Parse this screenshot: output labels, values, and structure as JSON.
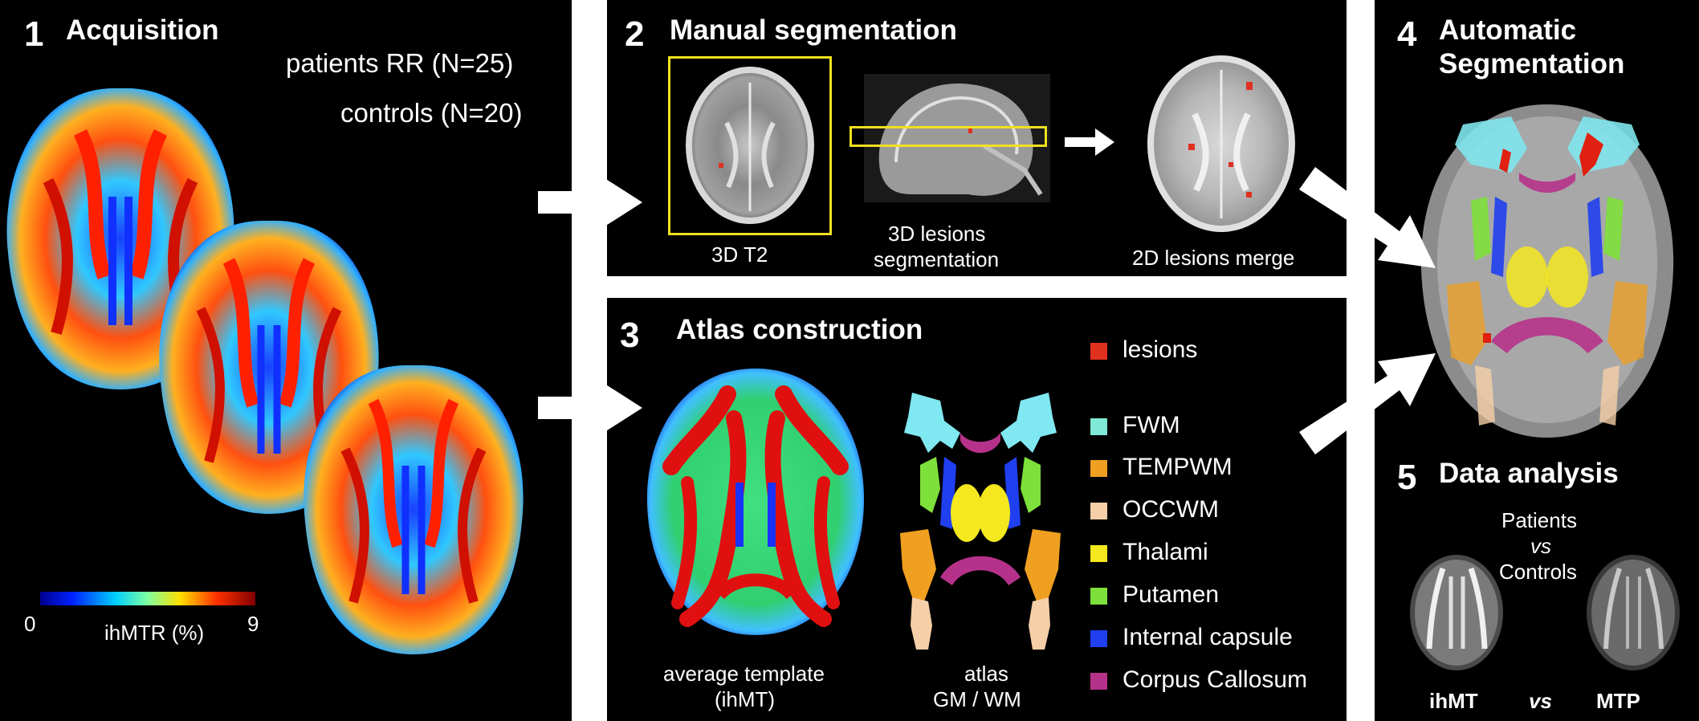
{
  "panel1": {
    "number": "1",
    "title": "Acquisition",
    "cohort_patients": "patients RR (N=25)",
    "cohort_controls": "controls (N=20)",
    "colorbar": {
      "min": "0",
      "max": "9",
      "label": "ihMTR (%)"
    }
  },
  "panel2": {
    "number": "2",
    "title": "Manual segmentation",
    "cap_t2": "3D T2",
    "cap_3d_line1": "3D lesions",
    "cap_3d_line2": "segmentation",
    "cap_2d": "2D lesions merge"
  },
  "panel3": {
    "number": "3",
    "title": "Atlas construction",
    "cap_template_line1": "average template",
    "cap_template_line2": "(ihMT)",
    "cap_atlas_line1": "atlas",
    "cap_atlas_line2": "GM / WM",
    "legend": [
      {
        "label": "lesions",
        "color": "#e0301e"
      },
      {
        "label": "FWM",
        "color": "#80e8d6"
      },
      {
        "label": "TEMPWM",
        "color": "#f0a020"
      },
      {
        "label": "OCCWM",
        "color": "#f5cfa8"
      },
      {
        "label": "Thalami",
        "color": "#f5e81e"
      },
      {
        "label": "Putamen",
        "color": "#7ee03a"
      },
      {
        "label": "Internal capsule",
        "color": "#1f3ff0"
      },
      {
        "label": "Corpus Callosum",
        "color": "#b6328a"
      }
    ]
  },
  "panel4": {
    "number": "4",
    "title_line1": "Automatic",
    "title_line2": "Segmentation"
  },
  "panel5": {
    "number": "5",
    "title": "Data analysis",
    "compare_line1": "Patients",
    "compare_line2": "vs",
    "compare_line3": "Controls",
    "left_label": "ihMT",
    "mid_label": "vs",
    "right_label": "MTP"
  },
  "colors": {
    "panel_bg": "#000000",
    "page_bg": "#ffffff",
    "highlight_box": "#f0e020",
    "arrow": "#ffffff"
  }
}
